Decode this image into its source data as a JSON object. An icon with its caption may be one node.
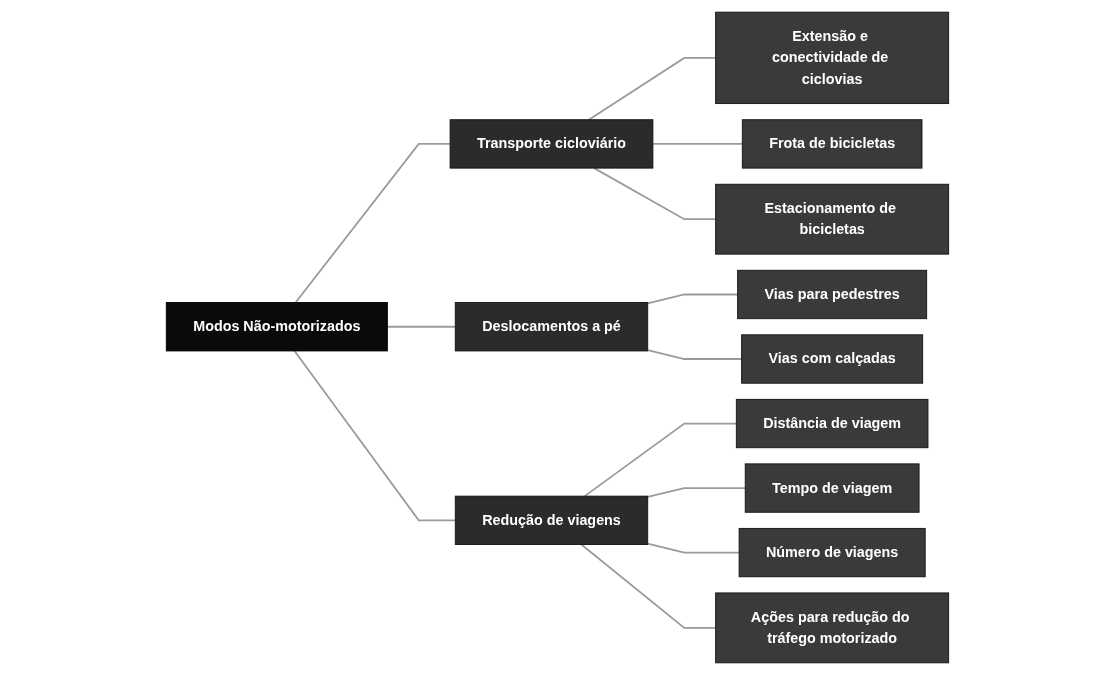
{
  "diagram": {
    "nodes": [
      {
        "text": [
          "Modos Não-motorizados"
        ]
      },
      {
        "text": [
          "Transporte cicloviário"
        ]
      },
      {
        "text": [
          "Extensão e conectividade de ciclovias"
        ]
      },
      {
        "text": [
          "Frota de bicicletas"
        ]
      },
      {
        "text": [
          "Estacionamento de bicicletas"
        ]
      },
      {
        "text": [
          "Deslocamentos a pé"
        ]
      },
      {
        "text": [
          "Vias para pedestres"
        ]
      },
      {
        "text": [
          "Vias com calçadas"
        ]
      },
      {
        "text": [
          "Redução de viagens"
        ]
      },
      {
        "text": [
          "Distância de viagem"
        ]
      },
      {
        "text": [
          "Tempo de viagem"
        ]
      },
      {
        "text": [
          "Número de viagens"
        ]
      },
      {
        "text": [
          "Ações para redução do tráfego motorizado"
        ]
      }
    ],
    "edges": [
      {
        "from": 0,
        "to": 1,
        "arrow": "none"
      },
      {
        "from": 0,
        "to": 5,
        "arrow": "none"
      },
      {
        "from": 0,
        "to": 8,
        "arrow": "none"
      },
      {
        "from": 1,
        "to": 2,
        "arrow": "none"
      },
      {
        "from": 1,
        "to": 3,
        "arrow": "none"
      },
      {
        "from": 1,
        "to": 4,
        "arrow": "none"
      },
      {
        "from": 5,
        "to": 6,
        "arrow": "none"
      },
      {
        "from": 5,
        "to": 7,
        "arrow": "none"
      },
      {
        "from": 8,
        "to": 9,
        "arrow": "none"
      },
      {
        "from": 8,
        "to": 10,
        "arrow": "none"
      },
      {
        "from": 8,
        "to": 11,
        "arrow": "none"
      },
      {
        "from": 8,
        "to": 12,
        "arrow": "none"
      }
    ]
  }
}
